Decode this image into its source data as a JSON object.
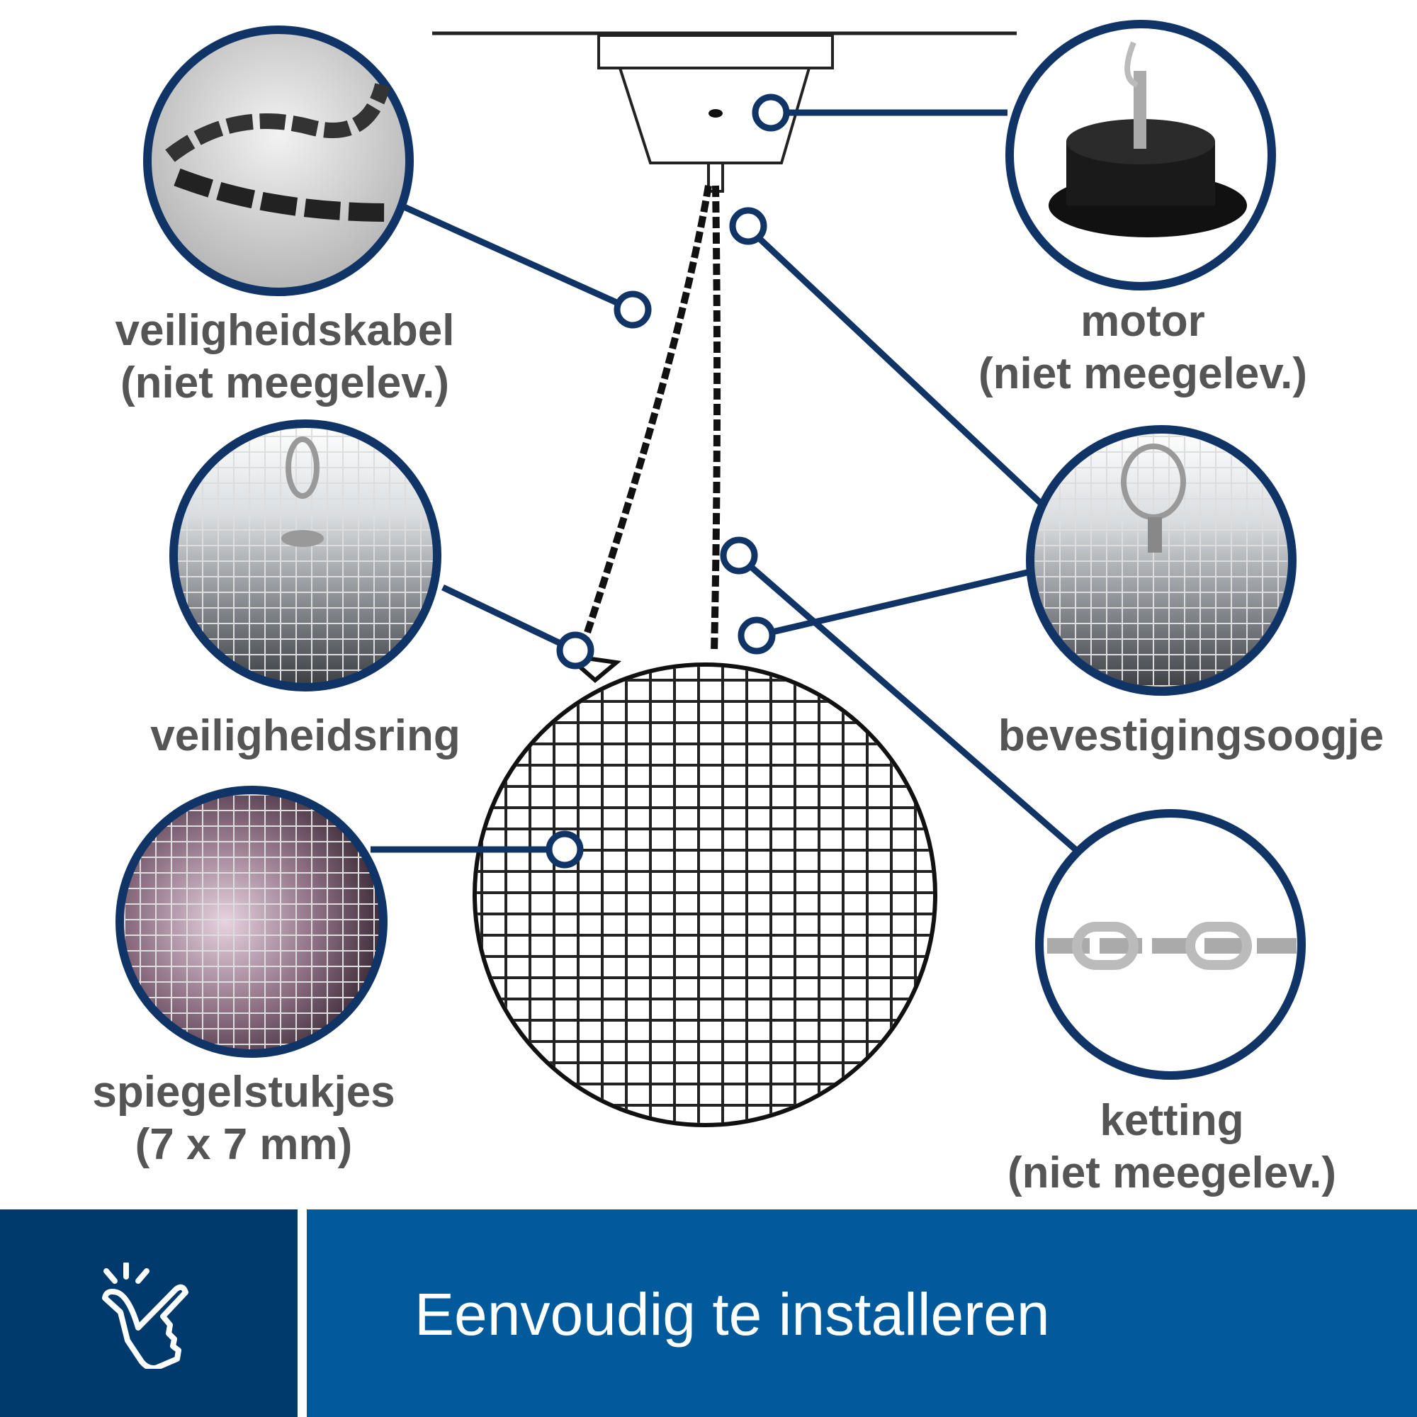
{
  "labels": {
    "safety_cable": {
      "title": "veiligheidskabel",
      "note": "(niet meegelev.)"
    },
    "motor": {
      "title": "motor",
      "note": "(niet meegelev.)"
    },
    "safety_ring": {
      "title": "veiligheidsring"
    },
    "mounting_eye": {
      "title": "bevestigingsoogje"
    },
    "mirror_pieces": {
      "title": "spiegelstukjes",
      "note": "(7 x 7 mm)"
    },
    "chain": {
      "title": "ketting",
      "note": "(niet meegelev.)"
    }
  },
  "banner": {
    "text": "Eenvoudig te installeren",
    "icon": "finger-snap-icon"
  },
  "colors": {
    "navy": "#0f3465",
    "banner_dark": "#003a6c",
    "banner_light": "#005a9c",
    "label": "#555555"
  }
}
